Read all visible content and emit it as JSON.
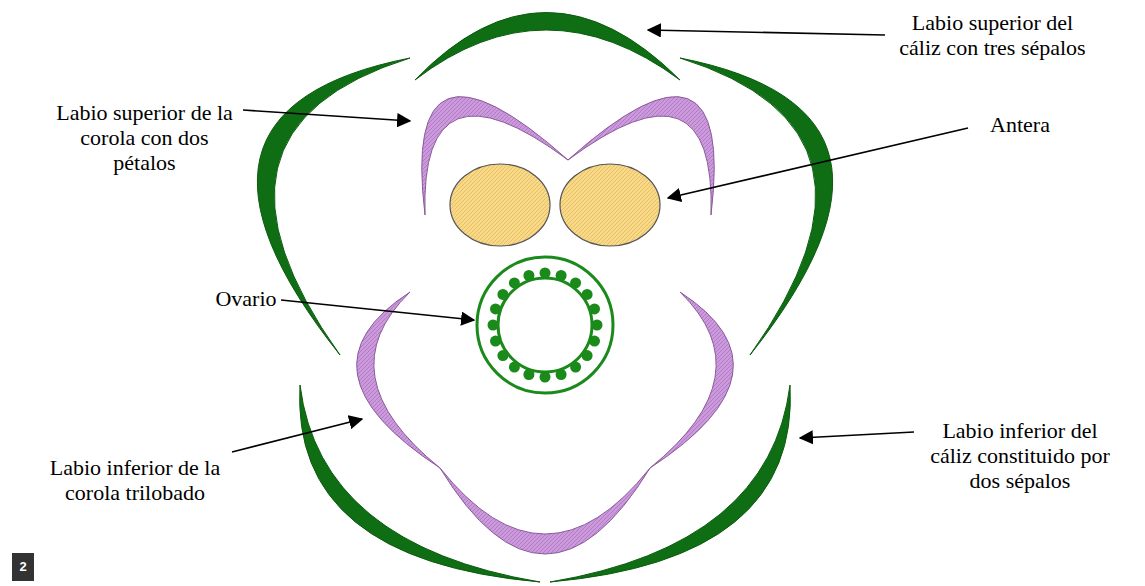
{
  "diagram": {
    "nodes": [
      {
        "text": [
          "2"
        ]
      }
    ],
    "labels": [
      "Labio superior del cáliz con tres sépalos",
      "Labio superior de la corola con dos pétalos",
      "Antera",
      "Ovario",
      "Labio inferior de la corola trilobado",
      "Labio inferior del cáliz constituido por dos sépalos"
    ]
  }
}
